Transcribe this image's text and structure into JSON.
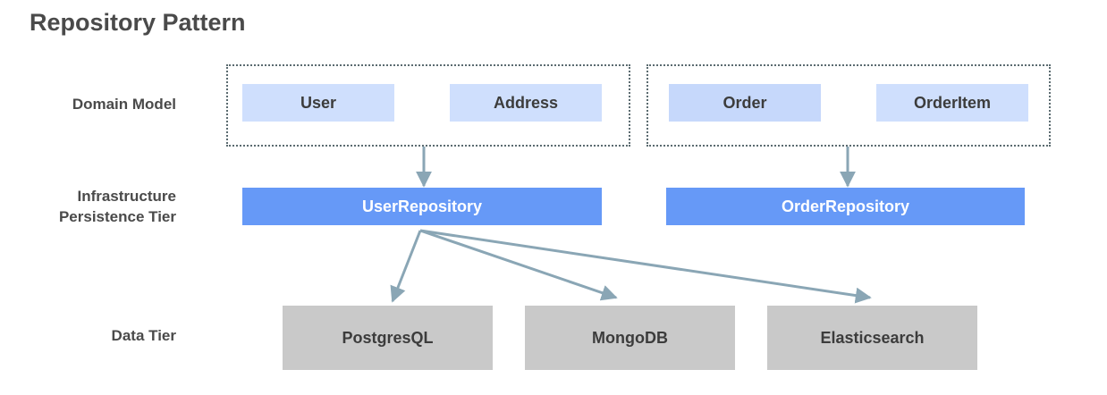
{
  "title": "Repository Pattern",
  "rows": {
    "domain_model": "Domain Model",
    "infrastructure": [
      "Infrastructure",
      "Persistence Tier"
    ],
    "data_tier": "Data Tier"
  },
  "domain_groups": [
    {
      "items": [
        "User",
        "Address"
      ]
    },
    {
      "items": [
        "Order",
        "OrderItem"
      ]
    }
  ],
  "repositories": [
    "UserRepository",
    "OrderRepository"
  ],
  "data_stores": [
    "PostgresQL",
    "MongoDB",
    "Elasticsearch"
  ],
  "colors": {
    "domain_fill": "#cfdffd",
    "repository_fill": "#6699f7",
    "data_fill": "#c9c9c9",
    "arrow": "#8aa6b5"
  }
}
